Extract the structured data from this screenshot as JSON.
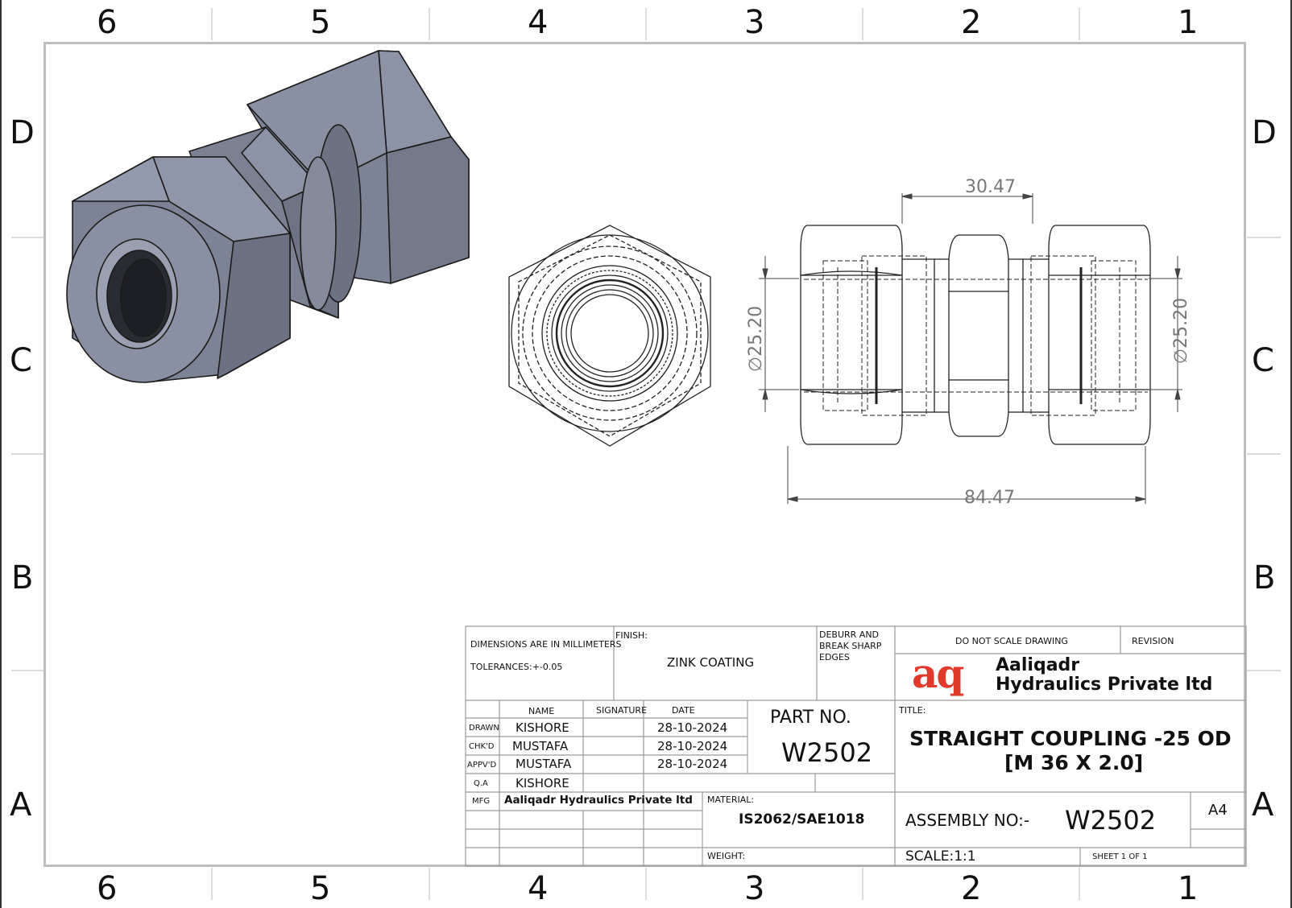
{
  "zones": {
    "columns": [
      "6",
      "5",
      "4",
      "3",
      "2",
      "1"
    ],
    "rows": [
      "D",
      "C",
      "B",
      "A"
    ]
  },
  "dimensions": {
    "top_width": "30.47",
    "overall_length": "84.47",
    "left_diameter": "∅25.20",
    "right_diameter": "∅25.20"
  },
  "title_block": {
    "dimensions_note": "DIMENSIONS ARE IN MILLIMETERS",
    "tolerances": "TOLERANCES:+-0.05",
    "finish_label": "FINISH:",
    "finish_value": "ZINK COATING",
    "deburr_note": [
      "DEBURR AND",
      "BREAK SHARP",
      "EDGES"
    ],
    "do_not_scale": "DO NOT SCALE DRAWING",
    "revision_label": "REVISION",
    "company_logo": "aq",
    "company_name_line1": "Aaliqadr",
    "company_name_line2": "Hydraulics Private ltd",
    "headers": {
      "name": "NAME",
      "signature": "SIGNATURE",
      "date": "DATE"
    },
    "rows": [
      {
        "role": "DRAWN",
        "name": "KISHORE",
        "date": "28-10-2024"
      },
      {
        "role": "CHK'D",
        "name": "MUSTAFA",
        "date": "28-10-2024"
      },
      {
        "role": "APPV'D",
        "name": "MUSTAFA",
        "date": "28-10-2024"
      },
      {
        "role": "Q.A",
        "name": "KISHORE",
        "date": ""
      }
    ],
    "mfg_label": "MFG",
    "mfg_value": "Aaliqadr Hydraulics Private ltd",
    "part_no_label": "PART NO.",
    "part_no_value": "W2502",
    "title_label": "TITLE:",
    "title_line1": "STRAIGHT COUPLING -25 OD",
    "title_line2": "[M 36 X 2.0]",
    "material_label": "MATERIAL:",
    "material_value": "IS2062/SAE1018",
    "weight_label": "WEIGHT:",
    "assembly_label": "ASSEMBLY NO:-",
    "assembly_value": "W2502",
    "sheet_size": "A4",
    "scale": "SCALE:1:1",
    "sheet": "SHEET 1 OF 1"
  },
  "colors": {
    "frame": "#bdbdbd",
    "part_body": "#7d8396",
    "part_dark": "#5a5f6e",
    "logo_red": "#e23a2a"
  }
}
